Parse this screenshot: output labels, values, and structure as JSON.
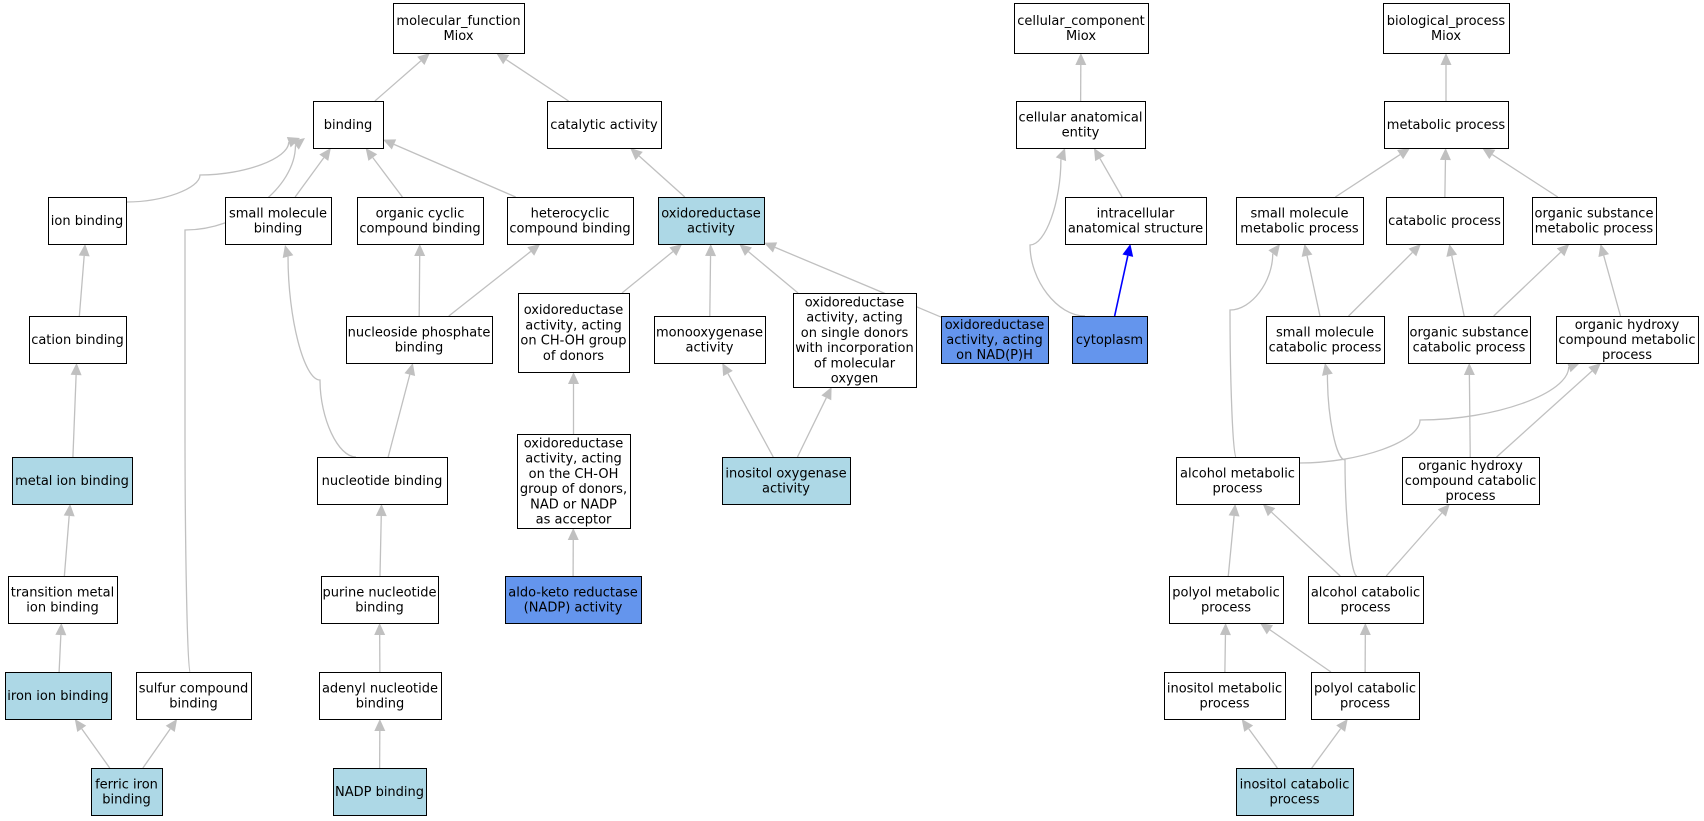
{
  "colors": {
    "plain": "#ffffff",
    "light": "#add8e6",
    "dark": "#6495ed",
    "edge": "#c0c0c0",
    "edge_highlight": "#0000ff"
  },
  "nodes": [
    {
      "id": "mf",
      "lines": [
        "molecular_function",
        "Miox"
      ],
      "fill": "plain"
    },
    {
      "id": "binding",
      "lines": [
        "binding"
      ],
      "fill": "plain"
    },
    {
      "id": "catalytic",
      "lines": [
        "catalytic activity"
      ],
      "fill": "plain"
    },
    {
      "id": "ion_binding",
      "lines": [
        "ion binding"
      ],
      "fill": "plain"
    },
    {
      "id": "small_mol_binding",
      "lines": [
        "small molecule",
        "binding"
      ],
      "fill": "plain"
    },
    {
      "id": "org_cyclic",
      "lines": [
        "organic cyclic",
        "compound binding"
      ],
      "fill": "plain"
    },
    {
      "id": "heterocyclic",
      "lines": [
        "heterocyclic",
        "compound binding"
      ],
      "fill": "plain"
    },
    {
      "id": "oxidoreductase",
      "lines": [
        "oxidoreductase",
        "activity"
      ],
      "fill": "light"
    },
    {
      "id": "cation",
      "lines": [
        "cation binding"
      ],
      "fill": "plain"
    },
    {
      "id": "nucleoside_phos",
      "lines": [
        "nucleoside phosphate",
        "binding"
      ],
      "fill": "plain"
    },
    {
      "id": "oxido_choh",
      "lines": [
        "oxidoreductase",
        "activity, acting",
        "on CH-OH group",
        "of donors"
      ],
      "fill": "plain"
    },
    {
      "id": "monooxygenase",
      "lines": [
        "monooxygenase",
        "activity"
      ],
      "fill": "plain"
    },
    {
      "id": "oxido_single",
      "lines": [
        "oxidoreductase",
        "activity, acting",
        "on single donors",
        "with incorporation",
        "of molecular",
        "oxygen"
      ],
      "fill": "plain"
    },
    {
      "id": "oxido_nadph",
      "lines": [
        "oxidoreductase",
        "activity, acting",
        "on NAD(P)H"
      ],
      "fill": "dark"
    },
    {
      "id": "metal_ion",
      "lines": [
        "metal ion binding"
      ],
      "fill": "light"
    },
    {
      "id": "nucleotide",
      "lines": [
        "nucleotide binding"
      ],
      "fill": "plain"
    },
    {
      "id": "oxido_nad",
      "lines": [
        "oxidoreductase",
        "activity, acting",
        "on the CH-OH",
        "group of donors,",
        "NAD or NADP",
        "as acceptor"
      ],
      "fill": "plain"
    },
    {
      "id": "inositol_oxygenase",
      "lines": [
        "inositol oxygenase",
        "activity"
      ],
      "fill": "light"
    },
    {
      "id": "transition_metal",
      "lines": [
        "transition metal",
        "ion binding"
      ],
      "fill": "plain"
    },
    {
      "id": "purine",
      "lines": [
        "purine nucleotide",
        "binding"
      ],
      "fill": "plain"
    },
    {
      "id": "aldo_keto",
      "lines": [
        "aldo-keto reductase",
        "(NADP) activity"
      ],
      "fill": "dark"
    },
    {
      "id": "iron_ion",
      "lines": [
        "iron ion binding"
      ],
      "fill": "light"
    },
    {
      "id": "sulfur",
      "lines": [
        "sulfur compound",
        "binding"
      ],
      "fill": "plain"
    },
    {
      "id": "adenyl",
      "lines": [
        "adenyl nucleotide",
        "binding"
      ],
      "fill": "plain"
    },
    {
      "id": "ferric",
      "lines": [
        "ferric iron",
        "binding"
      ],
      "fill": "light"
    },
    {
      "id": "nadp_binding",
      "lines": [
        "NADP binding"
      ],
      "fill": "light"
    },
    {
      "id": "cc",
      "lines": [
        "cellular_component",
        "Miox"
      ],
      "fill": "plain"
    },
    {
      "id": "cell_anat",
      "lines": [
        "cellular anatomical",
        "entity"
      ],
      "fill": "plain"
    },
    {
      "id": "intracellular",
      "lines": [
        "intracellular",
        "anatomical structure"
      ],
      "fill": "plain"
    },
    {
      "id": "cytoplasm",
      "lines": [
        "cytoplasm"
      ],
      "fill": "dark"
    },
    {
      "id": "bp",
      "lines": [
        "biological_process",
        "Miox"
      ],
      "fill": "plain"
    },
    {
      "id": "metabolic",
      "lines": [
        "metabolic process"
      ],
      "fill": "plain"
    },
    {
      "id": "small_mol_met",
      "lines": [
        "small molecule",
        "metabolic process"
      ],
      "fill": "plain"
    },
    {
      "id": "catabolic",
      "lines": [
        "catabolic process"
      ],
      "fill": "plain"
    },
    {
      "id": "org_sub_met",
      "lines": [
        "organic substance",
        "metabolic process"
      ],
      "fill": "plain"
    },
    {
      "id": "small_mol_cat",
      "lines": [
        "small molecule",
        "catabolic process"
      ],
      "fill": "plain"
    },
    {
      "id": "org_sub_cat",
      "lines": [
        "organic substance",
        "catabolic process"
      ],
      "fill": "plain"
    },
    {
      "id": "org_hydroxy_met",
      "lines": [
        "organic hydroxy",
        "compound metabolic",
        "process"
      ],
      "fill": "plain"
    },
    {
      "id": "alcohol_met",
      "lines": [
        "alcohol metabolic",
        "process"
      ],
      "fill": "plain"
    },
    {
      "id": "org_hydroxy_cat",
      "lines": [
        "organic hydroxy",
        "compound catabolic",
        "process"
      ],
      "fill": "plain"
    },
    {
      "id": "polyol_met",
      "lines": [
        "polyol metabolic",
        "process"
      ],
      "fill": "plain"
    },
    {
      "id": "alcohol_cat",
      "lines": [
        "alcohol catabolic",
        "process"
      ],
      "fill": "plain"
    },
    {
      "id": "inositol_met",
      "lines": [
        "inositol metabolic",
        "process"
      ],
      "fill": "plain"
    },
    {
      "id": "polyol_cat",
      "lines": [
        "polyol catabolic",
        "process"
      ],
      "fill": "plain"
    },
    {
      "id": "inositol_cat",
      "lines": [
        "inositol catabolic",
        "process"
      ],
      "fill": "light"
    }
  ],
  "edges": [
    {
      "from": "binding",
      "to": "mf"
    },
    {
      "from": "catalytic",
      "to": "mf"
    },
    {
      "from": "ion_binding",
      "to": "binding"
    },
    {
      "from": "small_mol_binding",
      "to": "binding"
    },
    {
      "from": "org_cyclic",
      "to": "binding"
    },
    {
      "from": "heterocyclic",
      "to": "binding"
    },
    {
      "from": "sulfur",
      "to": "binding"
    },
    {
      "from": "oxidoreductase",
      "to": "catalytic"
    },
    {
      "from": "cation",
      "to": "ion_binding"
    },
    {
      "from": "metal_ion",
      "to": "cation"
    },
    {
      "from": "transition_metal",
      "to": "metal_ion"
    },
    {
      "from": "iron_ion",
      "to": "transition_metal"
    },
    {
      "from": "ferric",
      "to": "iron_ion"
    },
    {
      "from": "ferric",
      "to": "sulfur"
    },
    {
      "from": "nucleotide",
      "to": "small_mol_binding"
    },
    {
      "from": "nucleoside_phos",
      "to": "org_cyclic"
    },
    {
      "from": "nucleoside_phos",
      "to": "heterocyclic"
    },
    {
      "from": "nucleotide",
      "to": "nucleoside_phos"
    },
    {
      "from": "purine",
      "to": "nucleotide"
    },
    {
      "from": "adenyl",
      "to": "purine"
    },
    {
      "from": "nadp_binding",
      "to": "adenyl"
    },
    {
      "from": "oxido_choh",
      "to": "oxidoreductase"
    },
    {
      "from": "monooxygenase",
      "to": "oxidoreductase"
    },
    {
      "from": "oxido_single",
      "to": "oxidoreductase"
    },
    {
      "from": "oxido_nadph",
      "to": "oxidoreductase"
    },
    {
      "from": "oxido_nad",
      "to": "oxido_choh"
    },
    {
      "from": "aldo_keto",
      "to": "oxido_nad"
    },
    {
      "from": "inositol_oxygenase",
      "to": "monooxygenase"
    },
    {
      "from": "inositol_oxygenase",
      "to": "oxido_single"
    },
    {
      "from": "cell_anat",
      "to": "cc"
    },
    {
      "from": "intracellular",
      "to": "cell_anat"
    },
    {
      "from": "cytoplasm",
      "to": "cell_anat"
    },
    {
      "from": "cytoplasm",
      "to": "intracellular",
      "highlight": true
    },
    {
      "from": "metabolic",
      "to": "bp"
    },
    {
      "from": "small_mol_met",
      "to": "metabolic"
    },
    {
      "from": "catabolic",
      "to": "metabolic"
    },
    {
      "from": "org_sub_met",
      "to": "metabolic"
    },
    {
      "from": "small_mol_cat",
      "to": "small_mol_met"
    },
    {
      "from": "small_mol_cat",
      "to": "catabolic"
    },
    {
      "from": "org_sub_cat",
      "to": "catabolic"
    },
    {
      "from": "org_sub_cat",
      "to": "org_sub_met"
    },
    {
      "from": "org_hydroxy_met",
      "to": "org_sub_met"
    },
    {
      "from": "alcohol_met",
      "to": "small_mol_met"
    },
    {
      "from": "alcohol_met",
      "to": "org_hydroxy_met"
    },
    {
      "from": "org_hydroxy_cat",
      "to": "org_sub_cat"
    },
    {
      "from": "org_hydroxy_cat",
      "to": "org_hydroxy_met"
    },
    {
      "from": "polyol_met",
      "to": "alcohol_met"
    },
    {
      "from": "alcohol_cat",
      "to": "small_mol_cat"
    },
    {
      "from": "alcohol_cat",
      "to": "alcohol_met"
    },
    {
      "from": "alcohol_cat",
      "to": "org_hydroxy_cat"
    },
    {
      "from": "inositol_met",
      "to": "polyol_met"
    },
    {
      "from": "polyol_cat",
      "to": "polyol_met"
    },
    {
      "from": "polyol_cat",
      "to": "alcohol_cat"
    },
    {
      "from": "inositol_cat",
      "to": "inositol_met"
    },
    {
      "from": "inositol_cat",
      "to": "polyol_cat"
    }
  ]
}
